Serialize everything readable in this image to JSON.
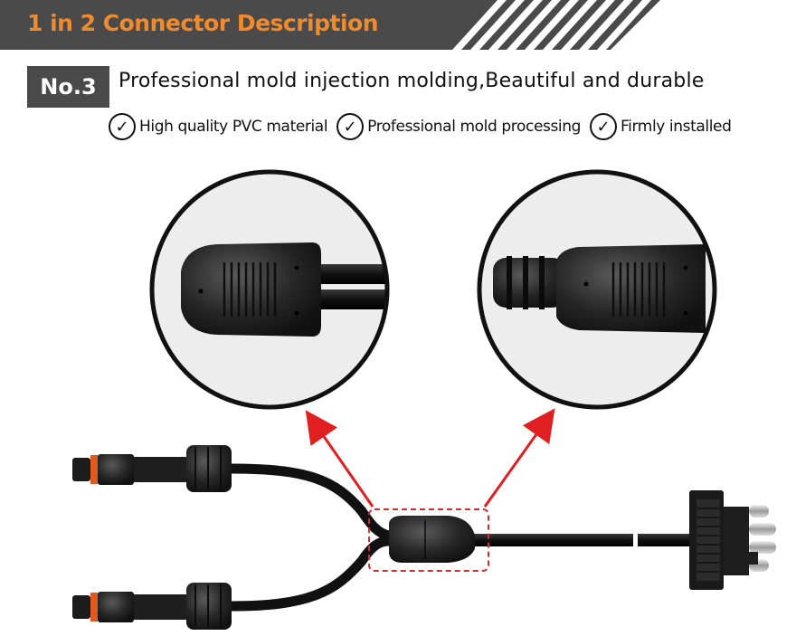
{
  "banner": {
    "title": "1 in 2 Connector Description"
  },
  "section": {
    "badge": "No.3",
    "headline": "Professional mold injection molding,Beautiful and durable"
  },
  "features": [
    {
      "icon": "checkmark-circle-icon",
      "label": "High quality PVC material"
    },
    {
      "icon": "checkmark-circle-icon",
      "label": "Professional mold processing"
    },
    {
      "icon": "checkmark-circle-icon",
      "label": "Firmly installed"
    }
  ],
  "colors": {
    "banner_bg": "#4a4a4a",
    "title_orange": "#f08a2c",
    "arrow_red": "#e02020",
    "highlight_box": "#d03030",
    "connector_black": "#1a1a1a",
    "ring_orange": "#e05a20"
  },
  "images": [
    {
      "name": "zoom-circle-left",
      "depicts": "close-up of Y-splitter molded junction"
    },
    {
      "name": "zoom-circle-right",
      "depicts": "close-up of molded connector with ridged strain relief"
    },
    {
      "name": "y-cable-product",
      "depicts": "1-to-2 waterproof connector Y cable with 4-pin flat plug"
    }
  ]
}
